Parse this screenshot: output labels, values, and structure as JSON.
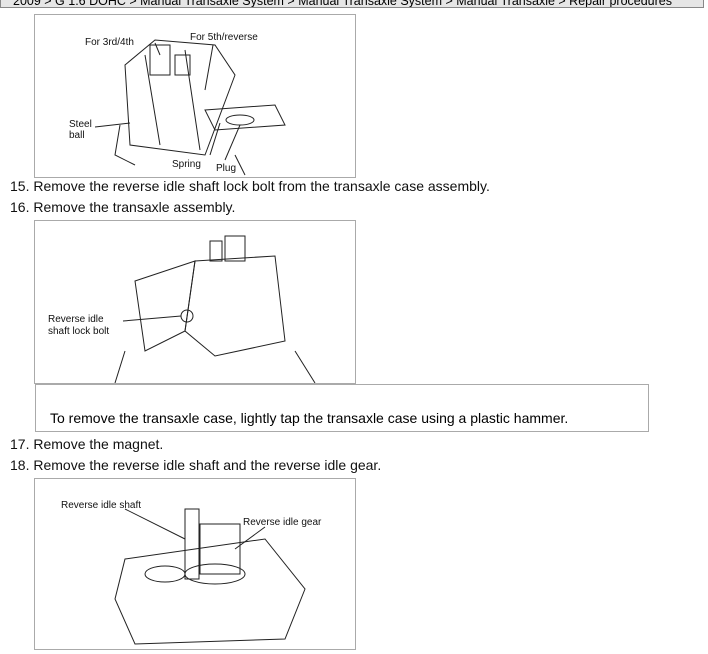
{
  "breadcrumb": "2009 > G 1.6 DOHC > Manual Transaxle System > Manual Transaxle System > Manual Transaxle > Repair procedures",
  "figures": [
    {
      "labels": {
        "a": "For 3rd/4th",
        "b": "For 5th/reverse",
        "c": "Steel",
        "c2": "ball",
        "d": "Spring",
        "e": "Plug"
      }
    },
    {
      "labels": {
        "a": "Reverse idle",
        "a2": "shaft lock bolt"
      }
    },
    {
      "labels": {
        "a": "Reverse idle shaft",
        "b": "Reverse idle gear"
      }
    }
  ],
  "steps": [
    "15. Remove the reverse idle shaft lock bolt from the transaxle case assembly.",
    "16. Remove the transaxle assembly.",
    "17. Remove the magnet.",
    "18. Remove the reverse idle shaft and the reverse idle gear."
  ],
  "note": "To remove the transaxle case, lightly tap the transaxle case using a plastic hammer."
}
